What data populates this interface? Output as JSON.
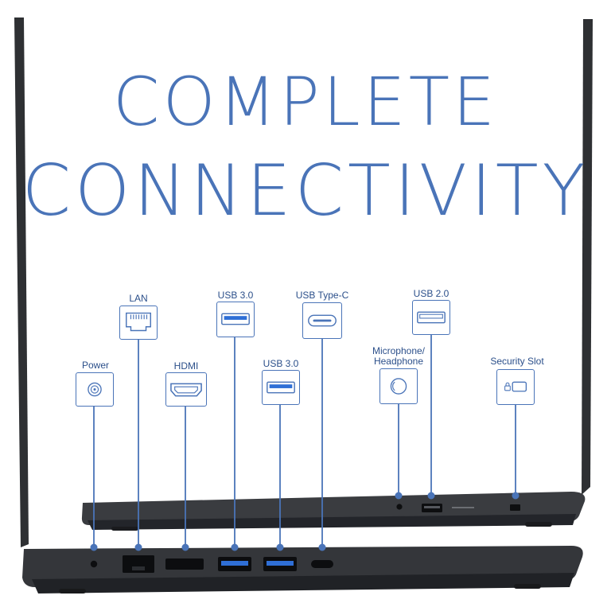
{
  "headline": {
    "line1": "COMPLETE",
    "line2": "CONNECTIVITY"
  },
  "colors": {
    "accent": "#4a74b8",
    "label": "#2b4f8a",
    "laptop_body": "#2e3033",
    "usb_blue": "#2f6fd6"
  },
  "ports": [
    {
      "id": "power",
      "label": "Power",
      "icon": "power-jack-icon"
    },
    {
      "id": "lan",
      "label": "LAN",
      "icon": "ethernet-icon"
    },
    {
      "id": "hdmi",
      "label": "HDMI",
      "icon": "hdmi-icon"
    },
    {
      "id": "usb3a",
      "label": "USB 3.0",
      "icon": "usb-3-icon"
    },
    {
      "id": "usb3b",
      "label": "USB 3.0",
      "icon": "usb-3-icon"
    },
    {
      "id": "usbc",
      "label": "USB Type-C",
      "icon": "usb-c-icon"
    },
    {
      "id": "audio",
      "label": "Microphone/\nHeadphone",
      "icon": "audio-jack-icon"
    },
    {
      "id": "usb2",
      "label": "USB 2.0",
      "icon": "usb-2-icon"
    },
    {
      "id": "security",
      "label": "Security Slot",
      "icon": "lock-icon"
    }
  ]
}
